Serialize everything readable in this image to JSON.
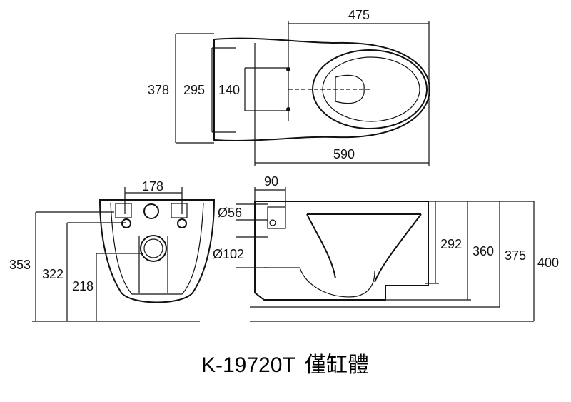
{
  "top_view": {
    "width_475": "475",
    "length_590": "590",
    "h_378": "378",
    "h_295": "295",
    "h_140": "140"
  },
  "front_view": {
    "w_178": "178",
    "h_353": "353",
    "h_322": "322",
    "h_218": "218"
  },
  "side_view": {
    "w_90": "90",
    "d_56": "Ø56",
    "d_102": "Ø102",
    "h_292": "292",
    "h_360": "360",
    "h_375": "375",
    "h_400": "400"
  },
  "caption": {
    "model": "K-19720T",
    "name": "僅缸體"
  }
}
